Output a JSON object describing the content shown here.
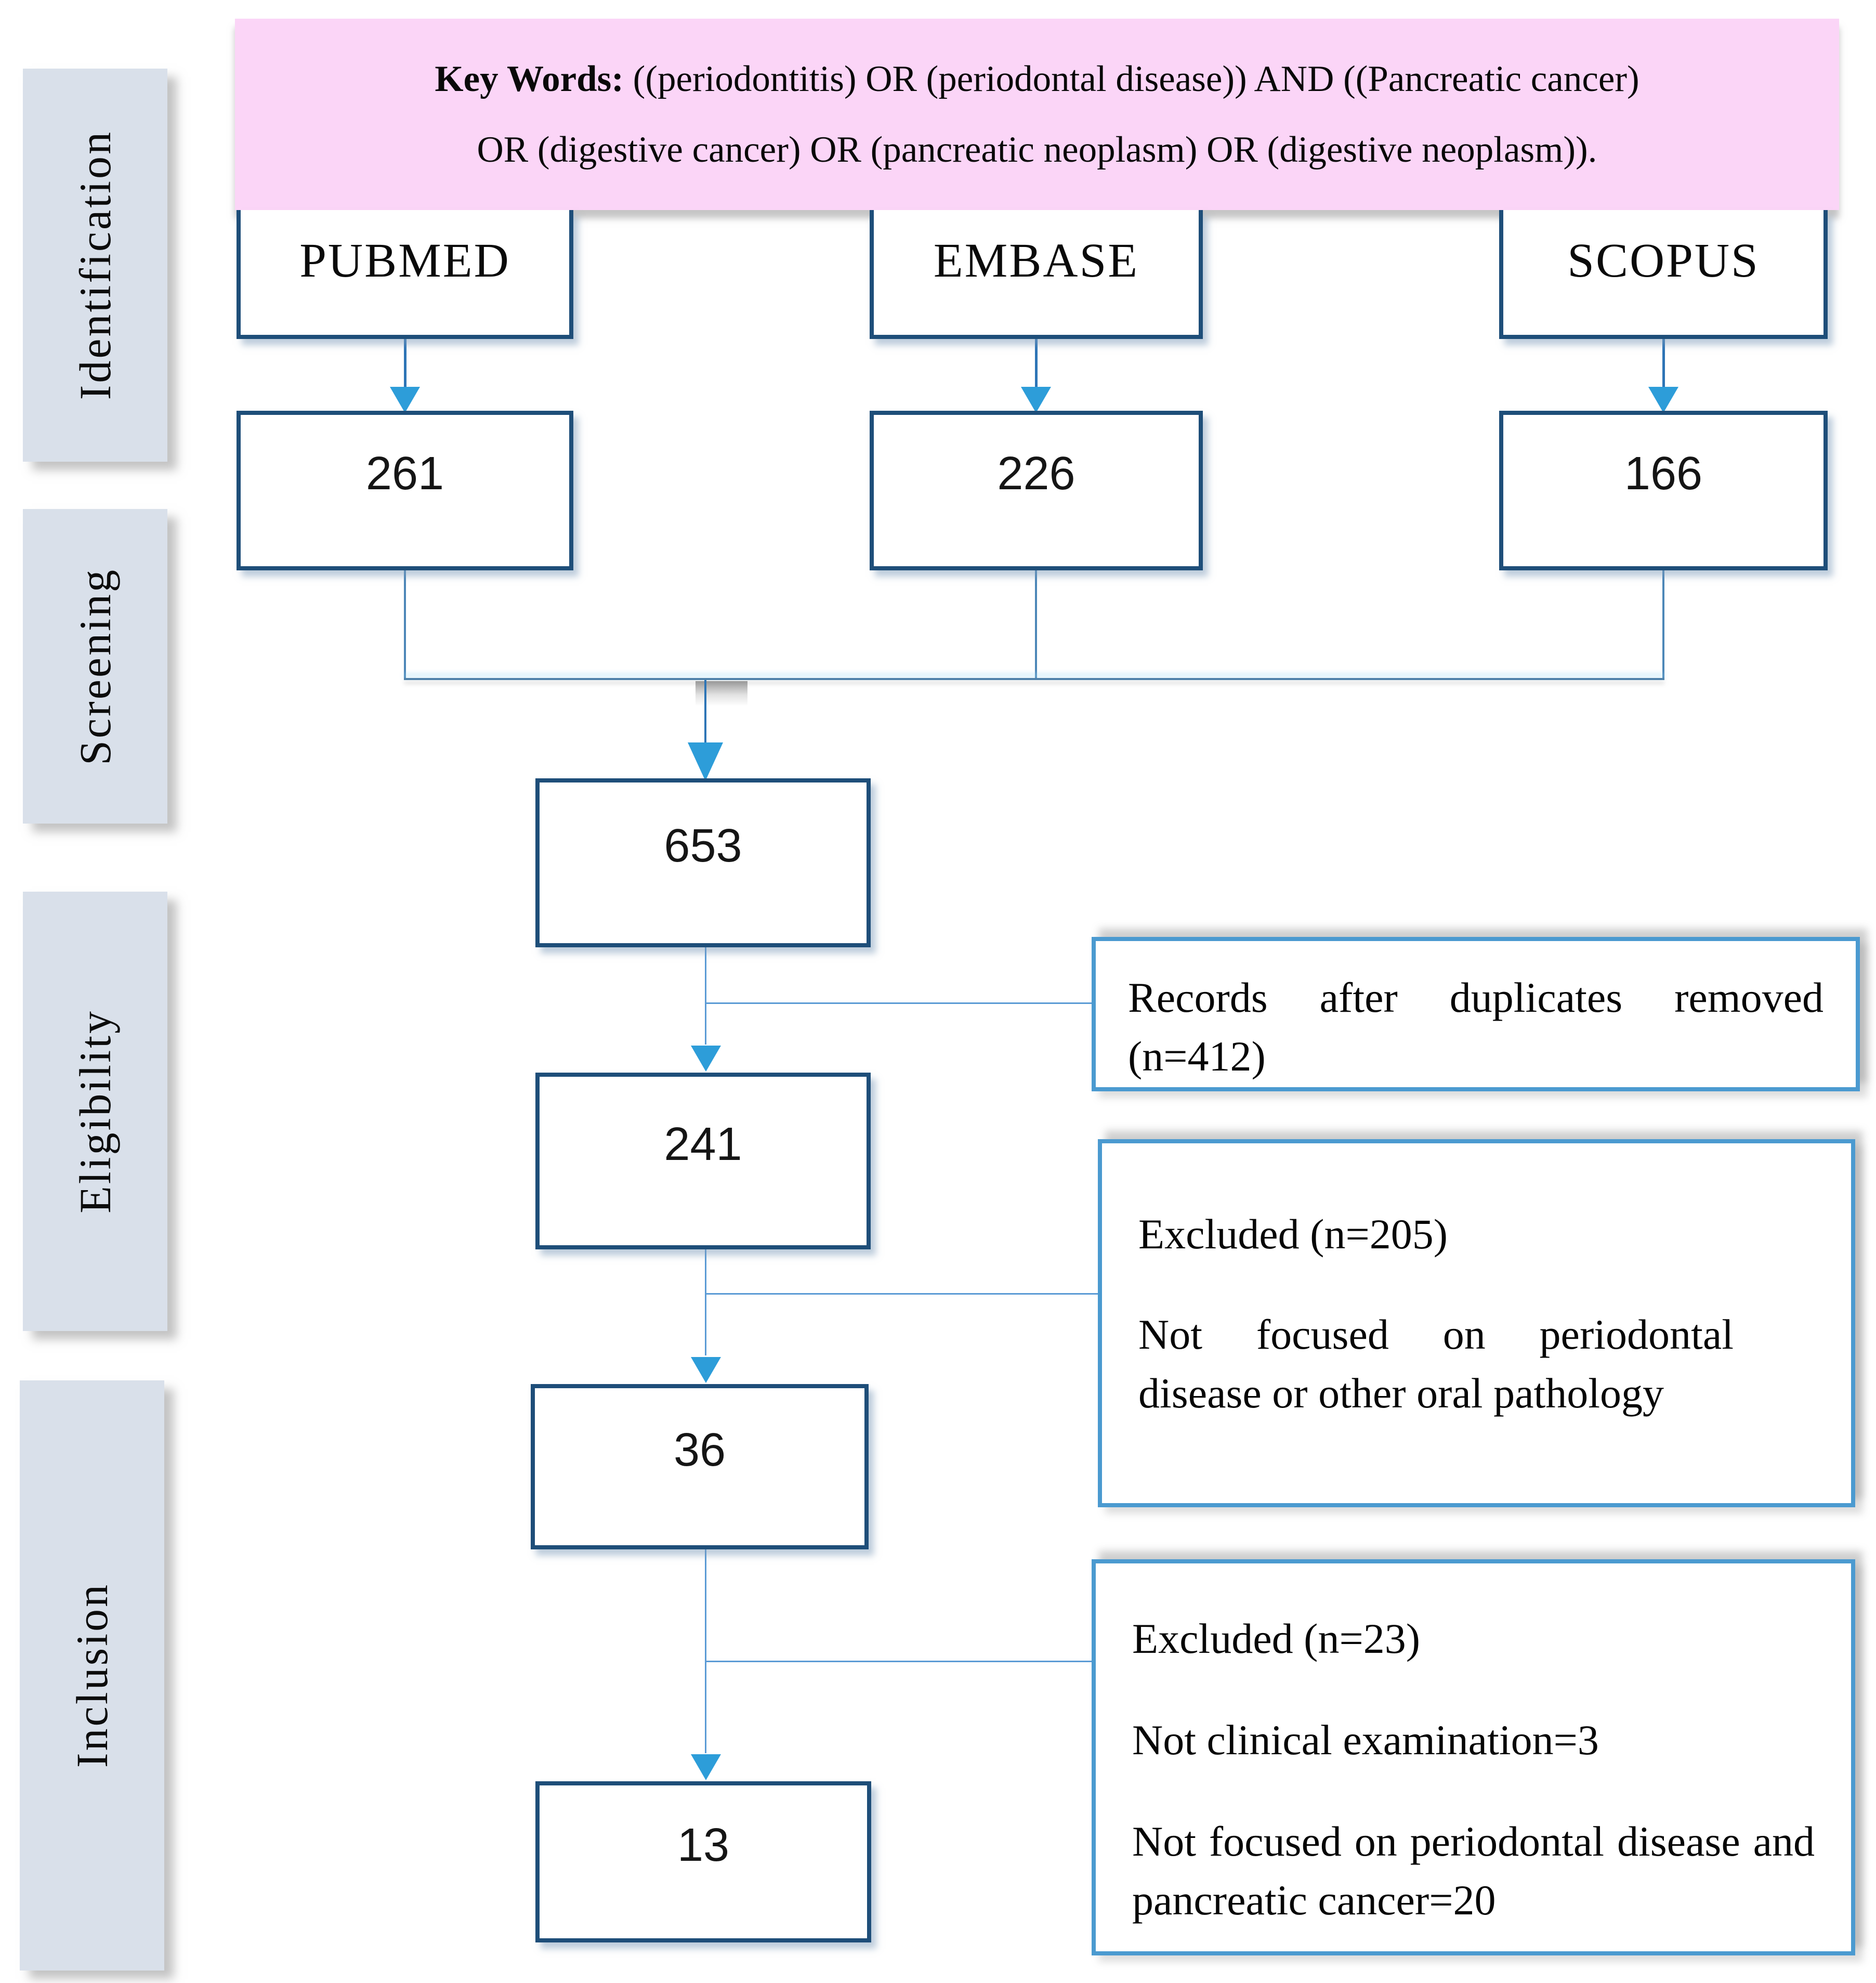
{
  "title": "PRISMA literature selection flow diagram",
  "colors": {
    "pink_banner": "#fbd5f7",
    "stage_fill": "#d9e0ea",
    "navy_border": "#1e4e79",
    "light_blue_border": "#4b9ad0",
    "arrowhead_blue": "#2d9dd9",
    "stem_blue": "#2e75b6",
    "connector_blue": "#5b9bd5",
    "merge_line_blue": "#4f82aa"
  },
  "stages": {
    "identification": "Identification",
    "screening": "Screening",
    "eligibility": "Eligibility",
    "inclusion": "Inclusion"
  },
  "keywords": {
    "label_bold": "Key Words:",
    "line1": " ((periodontitis) OR (periodontal disease)) AND ((Pancreatic cancer)",
    "line2": "OR (digestive cancer) OR (pancreatic neoplasm) OR (digestive neoplasm))."
  },
  "databases": {
    "pubmed": {
      "name": "PUBMED",
      "count": "261"
    },
    "embase": {
      "name": "EMBASE",
      "count": "226"
    },
    "scopus": {
      "name": "SCOPUS",
      "count": "166"
    }
  },
  "flow": {
    "merged": "653",
    "after_duplicates": "241",
    "eligible": "36",
    "included": "13"
  },
  "side_notes": {
    "duplicates": {
      "text": "Records after duplicates removed (n=412)"
    },
    "excluded_screening": {
      "title": "Excluded (n=205)",
      "reason": "Not focused on periodontal disease or other oral pathology"
    },
    "excluded_eligibility": {
      "title": "Excluded (n=23)",
      "reason1": "Not clinical examination=3",
      "reason2": "Not focused on periodontal disease and pancreatic cancer=20"
    }
  }
}
